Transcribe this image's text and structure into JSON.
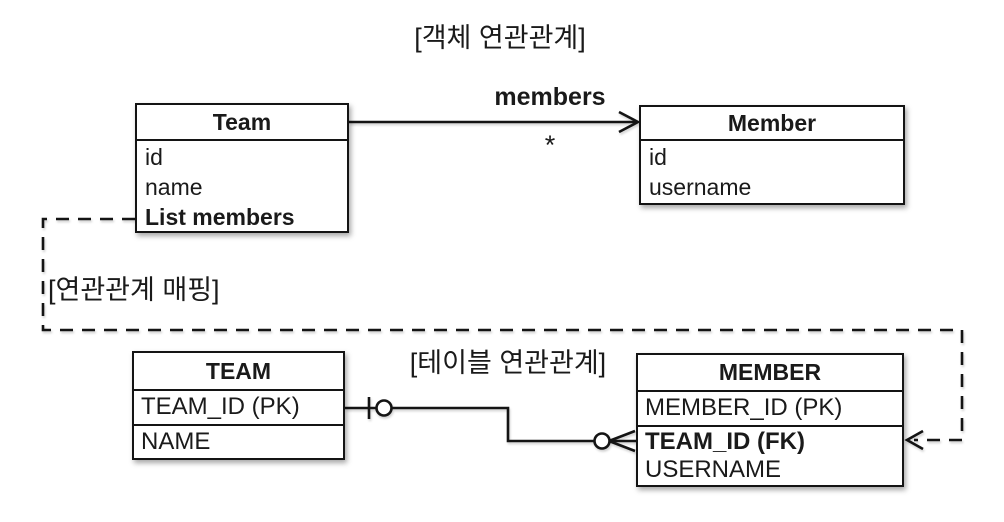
{
  "titles": {
    "object_relation": "[객체 연관관계]",
    "mapping": "[연관관계 매핑]",
    "table_relation": "[테이블 연관관계]"
  },
  "object_diagram": {
    "team": {
      "title": "Team",
      "fields": [
        "id",
        "name",
        "List members"
      ]
    },
    "member": {
      "title": "Member",
      "fields": [
        "id",
        "username"
      ]
    },
    "association": {
      "label": "members",
      "multiplicity": "*"
    }
  },
  "table_diagram": {
    "team": {
      "title": "TEAM",
      "rows": [
        "TEAM_ID (PK)",
        "NAME"
      ]
    },
    "member": {
      "title": "MEMBER",
      "rows": [
        "MEMBER_ID (PK)",
        "TEAM_ID (FK)",
        "USERNAME"
      ]
    }
  },
  "notation": {
    "object_arrow": "directed-association-arrow",
    "table_connector": "one-to-many-crows-foot",
    "mapping_line": "dashed-mapping-line"
  },
  "colors": {
    "line": "#141414",
    "background": "#ffffff",
    "text": "#1a1a1a"
  }
}
